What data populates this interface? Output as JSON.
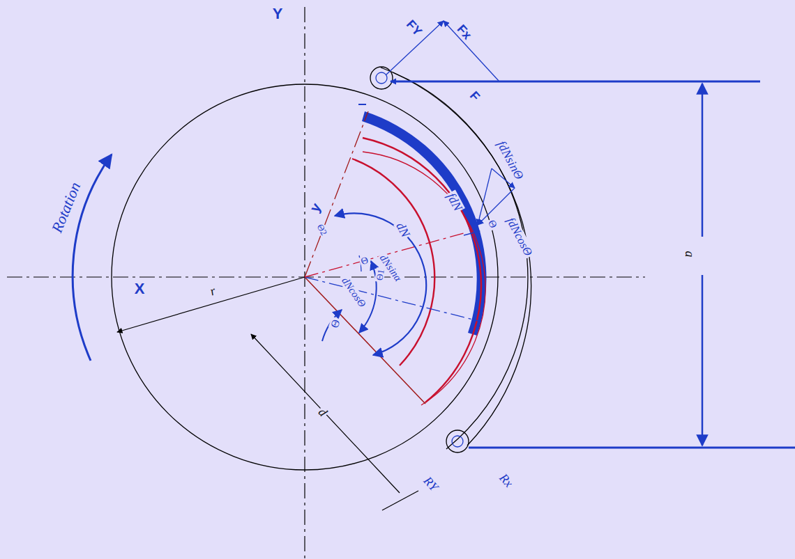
{
  "diagram": {
    "labels": [
      "Y",
      "X",
      "r",
      "Rotation",
      "y",
      "Θ2",
      "Θ1",
      "Θ",
      "FY",
      "Fx",
      "F",
      "fdNsinΘ",
      "fdN",
      "Θ",
      "fdNcosΘ",
      "dN",
      "Θ",
      "dNsinα",
      "dNcosΘ",
      "d",
      "RY",
      "Rx",
      "a"
    ]
  }
}
